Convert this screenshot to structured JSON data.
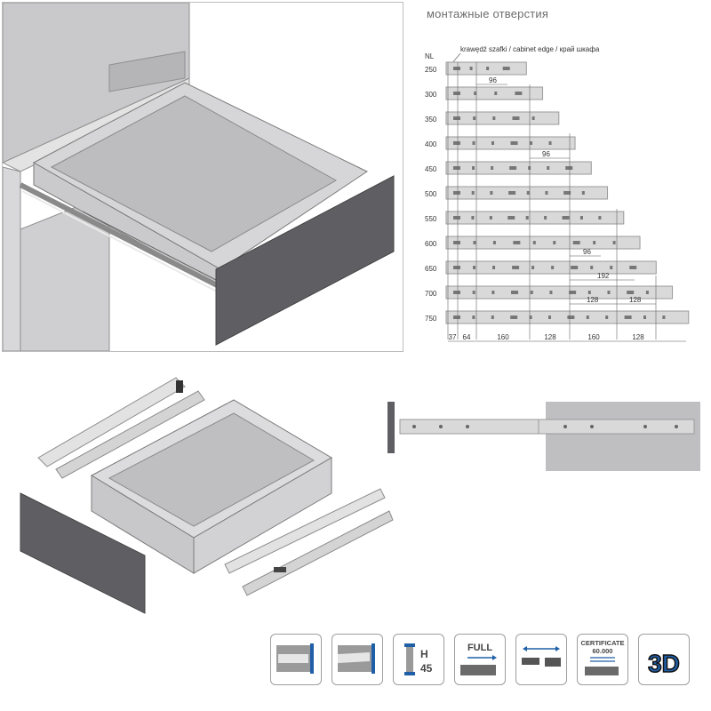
{
  "header": {
    "title": "монтажные отверстия",
    "nl_label": "NL",
    "edge_label": "krawędź szafki / cabinet edge / край шкафа"
  },
  "rail_lengths": [
    "250",
    "300",
    "350",
    "400",
    "450",
    "500",
    "550",
    "600",
    "650",
    "700",
    "750"
  ],
  "row_dims": {
    "d96_a": "96",
    "d96_b": "96",
    "d96_c": "96",
    "d192": "192",
    "d128_a": "128",
    "d128_b": "128"
  },
  "bottom_dims": [
    "37",
    "64",
    "160",
    "128",
    "160",
    "128"
  ],
  "icons": {
    "h45_h": "H",
    "h45_num": "45",
    "full": "FULL",
    "cert_title": "CERTIFICATE",
    "cert_count": "60.000",
    "three_d": "3D"
  },
  "colors": {
    "panel_dark": "#5f5f63",
    "box_grey": "#bfbfc1",
    "accent_blue": "#1f5fa8"
  }
}
